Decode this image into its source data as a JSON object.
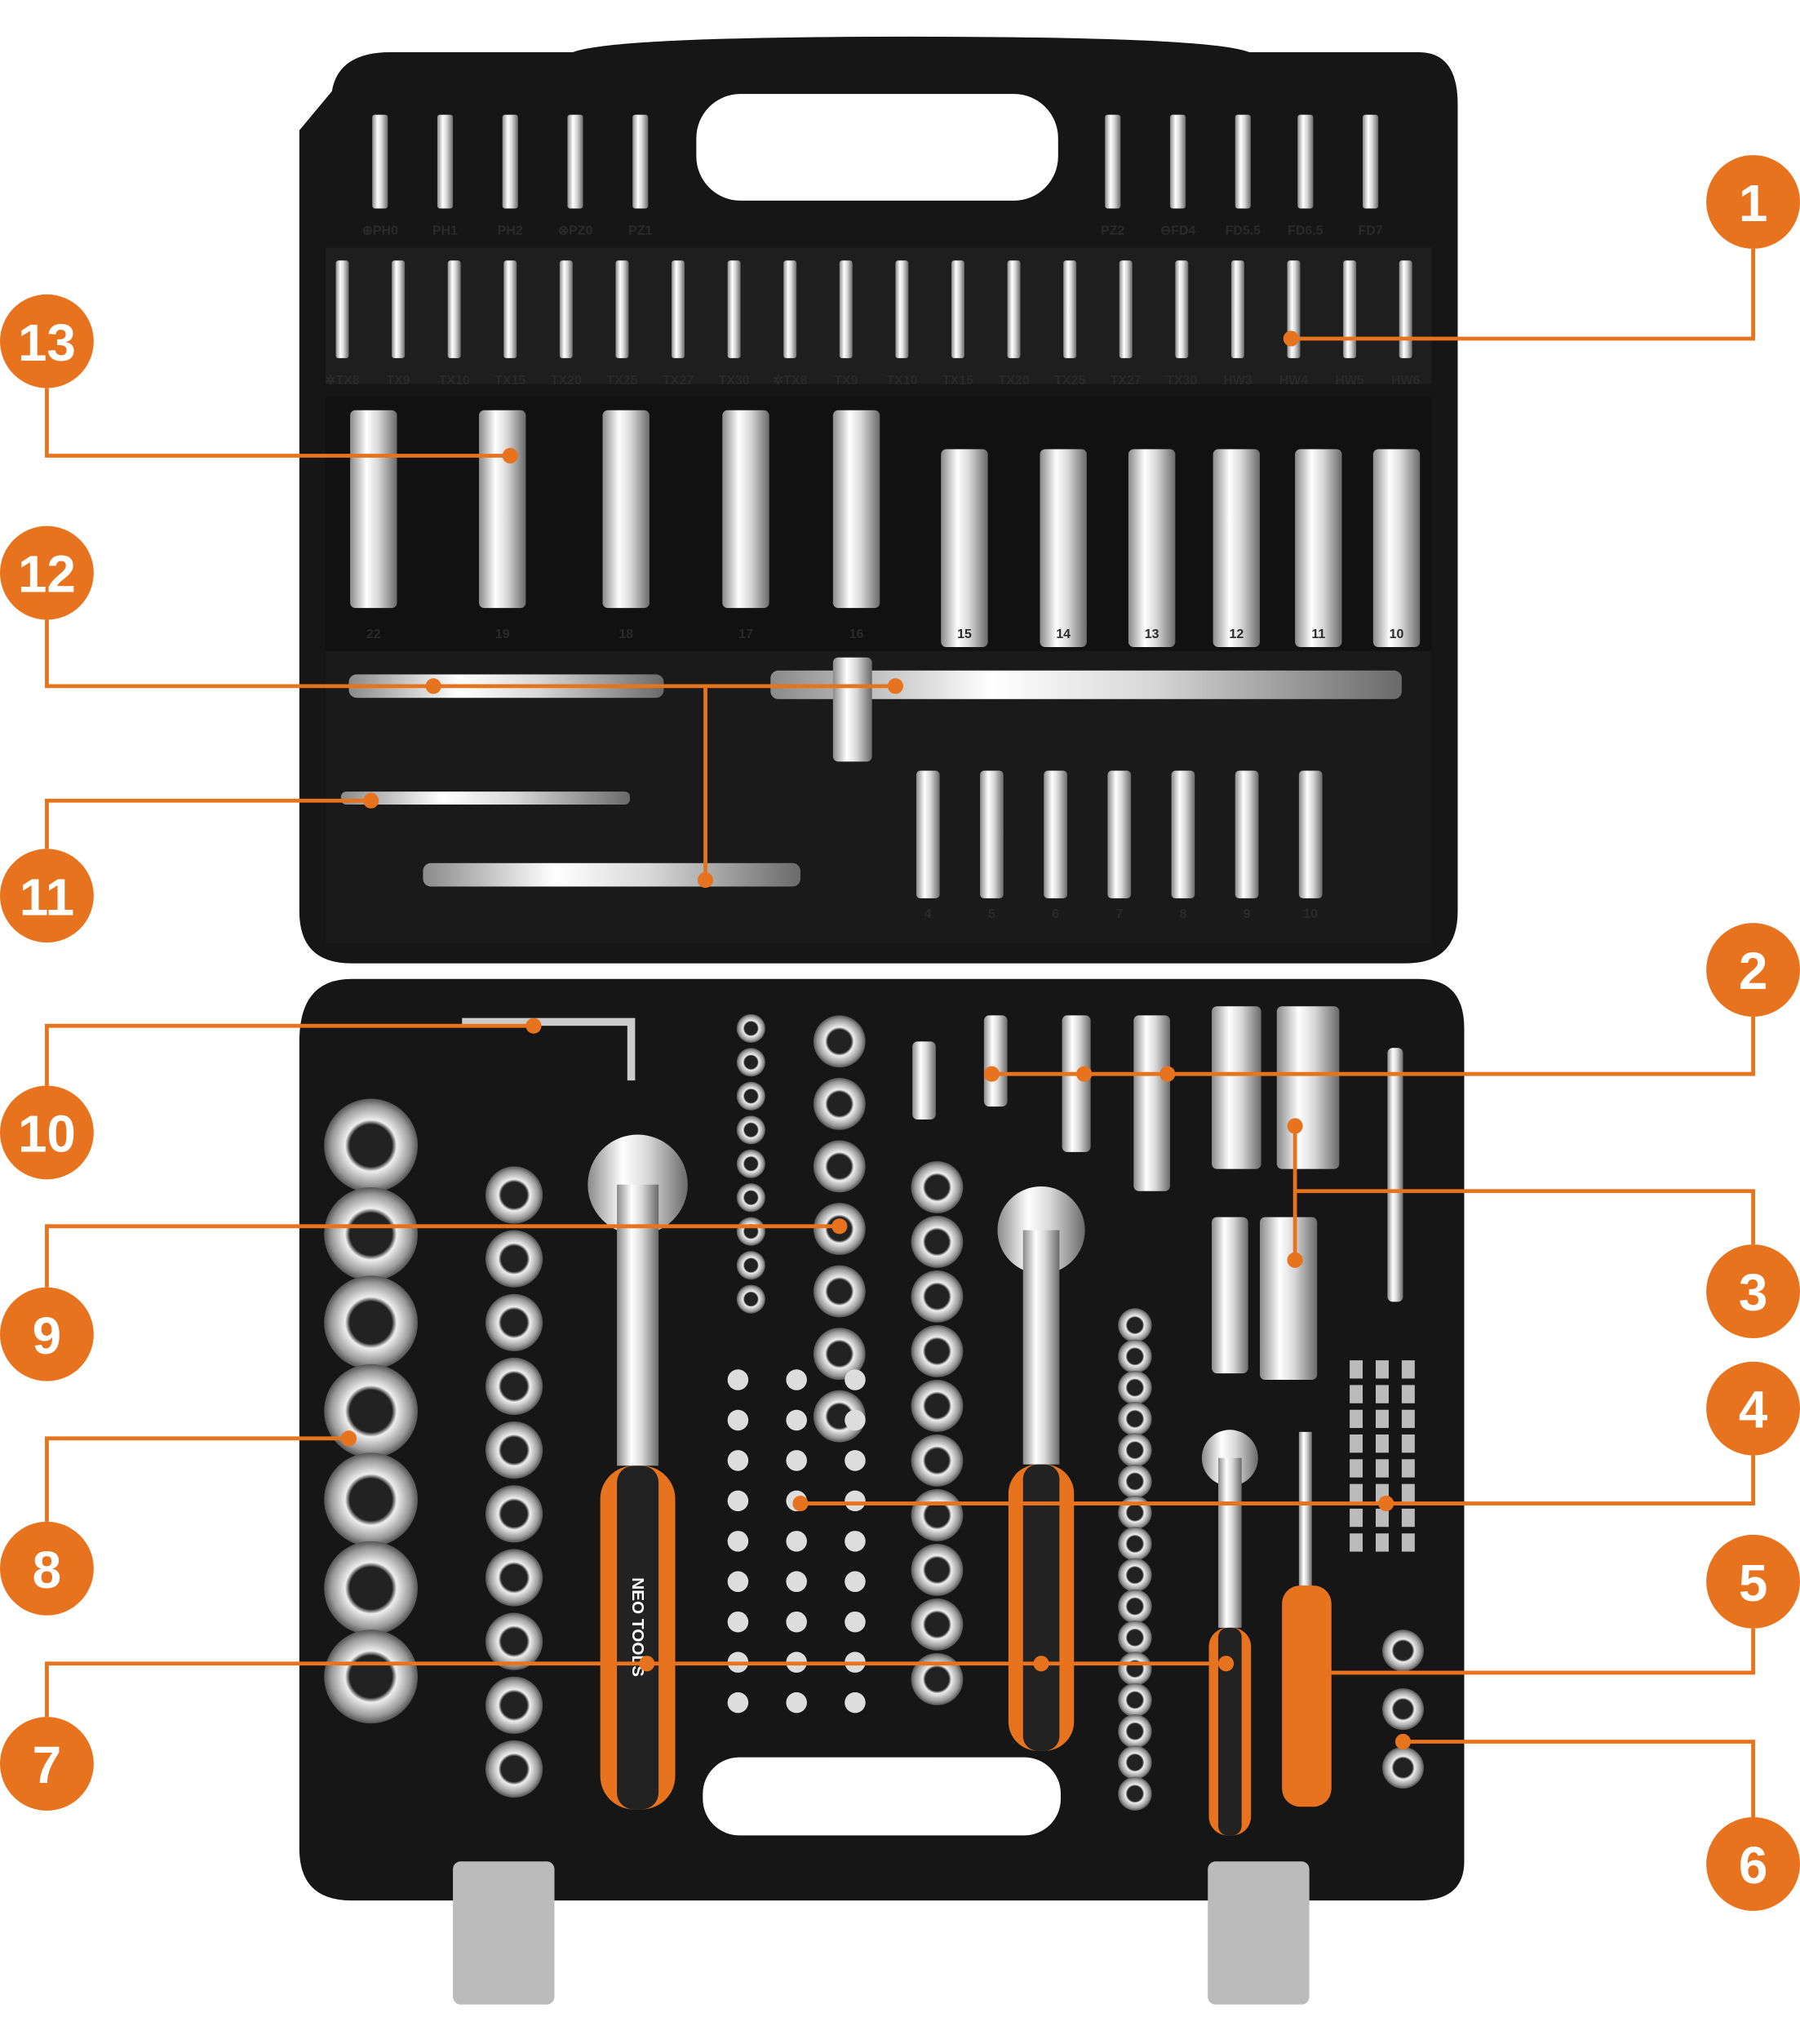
{
  "accent_color": "#e8731e",
  "case_color": "#161616",
  "tray_labels": {
    "top_bits": [
      "⊕PH0",
      "PH1",
      "PH2",
      "⊗PZ0",
      "PZ1",
      "PZ2",
      "⊖FD4",
      "FD5.5",
      "FD6.5",
      "FD7"
    ],
    "small_bits": [
      "✲TX8",
      "TX9",
      "TX10",
      "TX15",
      "TX20",
      "TX25",
      "TX27",
      "TX30",
      "✲TX8",
      "TX9",
      "TX10",
      "TX15",
      "TX20",
      "TX25",
      "TX27",
      "TX30",
      "HW3",
      "HW4",
      "HW5",
      "HW6"
    ],
    "deep_sockets": [
      "22",
      "19",
      "18",
      "17",
      "16",
      "15",
      "14",
      "13",
      "12",
      "11",
      "10"
    ],
    "small_sockets": [
      "4",
      "5",
      "6",
      "7",
      "8",
      "9",
      "10"
    ]
  },
  "brand": "NEO TOOLS",
  "callouts": [
    {
      "number": "1"
    },
    {
      "number": "2"
    },
    {
      "number": "3"
    },
    {
      "number": "4"
    },
    {
      "number": "5"
    },
    {
      "number": "6"
    },
    {
      "number": "7"
    },
    {
      "number": "8"
    },
    {
      "number": "9"
    },
    {
      "number": "10"
    },
    {
      "number": "11"
    },
    {
      "number": "12"
    },
    {
      "number": "13"
    }
  ]
}
